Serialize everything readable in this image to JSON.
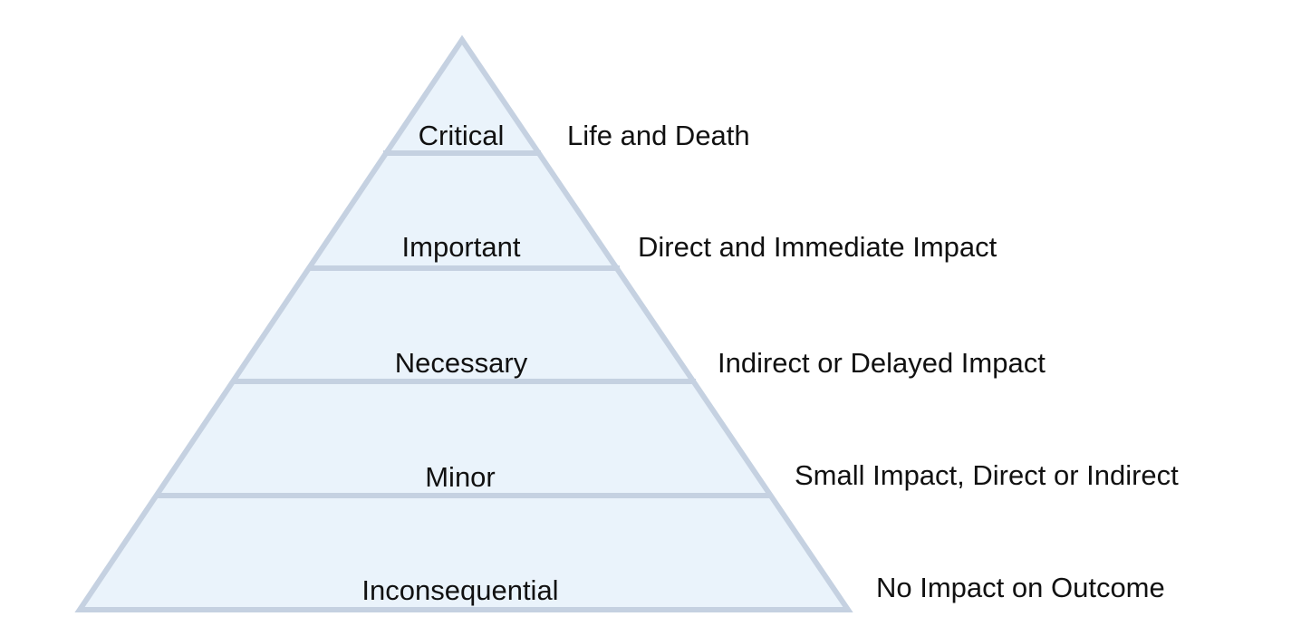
{
  "colors": {
    "fill": "#eaf3fb",
    "stroke": "#c5d1e1",
    "text": "#111111",
    "background": "#ffffff"
  },
  "levels": [
    {
      "label": "Critical",
      "description": "Life and Death"
    },
    {
      "label": "Important",
      "description": "Direct and Immediate Impact"
    },
    {
      "label": "Necessary",
      "description": "Indirect or Delayed Impact"
    },
    {
      "label": "Minor",
      "description": "Small Impact, Direct or Indirect"
    },
    {
      "label": "Inconsequential",
      "description": "No Impact on Outcome"
    }
  ]
}
